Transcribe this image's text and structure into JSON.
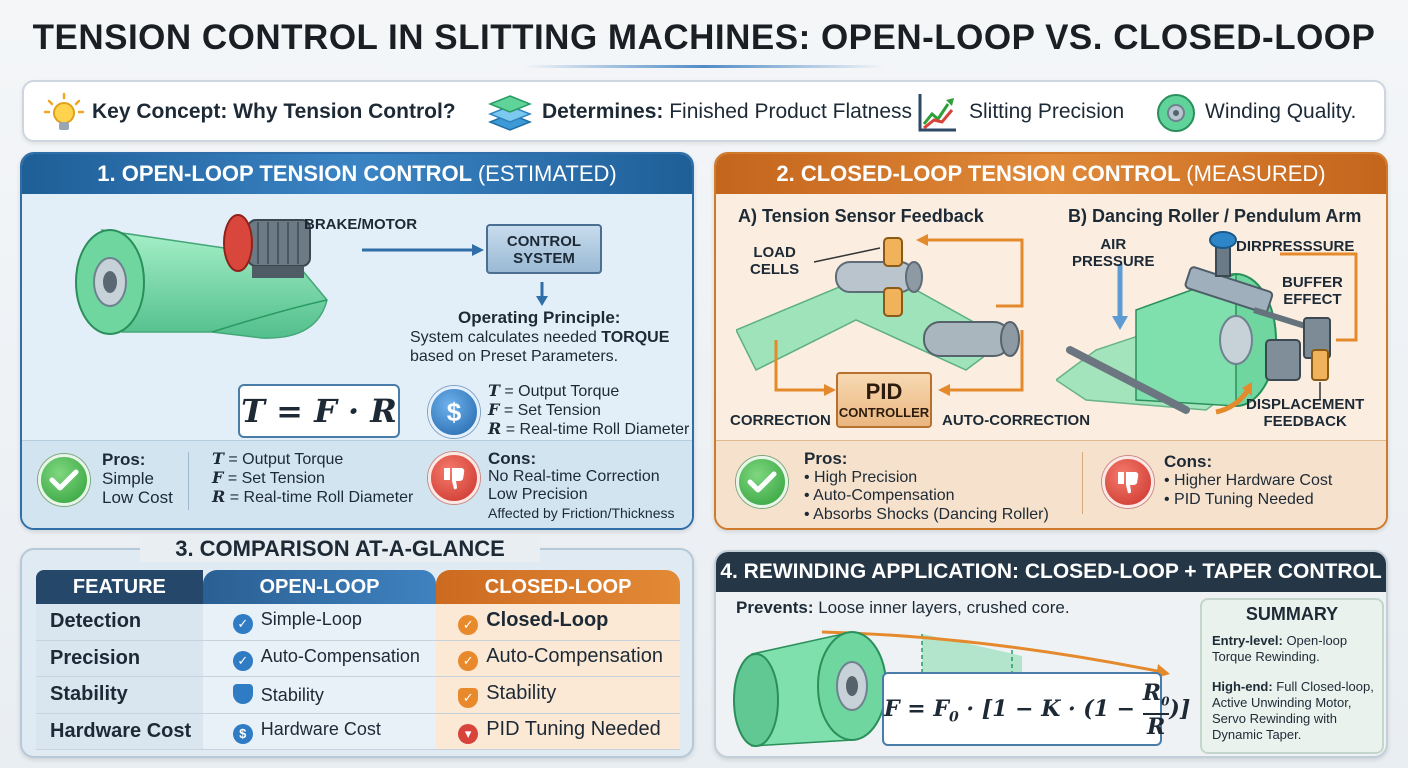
{
  "title": "TENSION CONTROL IN SLITTING MACHINES: OPEN-LOOP VS. CLOSED-LOOP",
  "concept": {
    "key_label": "Key Concept: Why Tension Control?",
    "determines_label": "Determines:",
    "item1": "Finished Product Flatness",
    "item2": "Slitting Precision",
    "item3": "Winding Quality."
  },
  "open_loop": {
    "heading": "1. OPEN-LOOP TENSION CONTROL",
    "heading_tag": "(ESTIMATED)",
    "brake_label": "BRAKE/MOTOR",
    "control_label_1": "CONTROL",
    "control_label_2": "SYSTEM",
    "principle_title": "Operating Principle:",
    "principle_line1_a": "System calculates needed",
    "principle_line1_b": "TORQUE",
    "principle_line2": "based on Preset Parameters.",
    "formula": "T = F · R",
    "legend_t": "= Output Torque",
    "legend_f": "= Set Tension",
    "legend_r": "= Real-time Roll Diameter",
    "pros_title": "Pros:",
    "pros": [
      "Simple",
      "Low Cost"
    ],
    "cons_title": "Cons:",
    "cons": [
      "No Real-time Correction",
      "Low Precision",
      "Affected by Friction/Thickness"
    ]
  },
  "closed_loop": {
    "heading": "2. CLOSED-LOOP TENSION CONTROL",
    "heading_tag": "(MEASURED)",
    "sub_a": "A) Tension Sensor Feedback",
    "sub_b": "B) Dancing Roller / Pendulum Arm",
    "load_cells_1": "LOAD",
    "load_cells_2": "CELLS",
    "pid_1": "PID",
    "pid_2": "CONTROLLER",
    "correction": "CORRECTION",
    "auto_correction": "AUTO-CORRECTION",
    "air_1": "AIR",
    "air_2": "PRESSURE",
    "dirpressure": "DIRPRESSSURE",
    "buffer_1": "BUFFER",
    "buffer_2": "EFFECT",
    "displacement_1": "DISPLACEMENT",
    "displacement_2": "FEEDBACK",
    "pros_title": "Pros:",
    "pros": [
      "• High Precision",
      "• Auto-Compensation",
      "• Absorbs Shocks (Dancing Roller)"
    ],
    "cons_title": "Cons:",
    "cons": [
      "• Higher Hardware Cost",
      "• PID Tuning Needed"
    ]
  },
  "comparison": {
    "heading": "3. COMPARISON AT-A-GLANCE",
    "headers": [
      "FEATURE",
      "OPEN-LOOP",
      "CLOSED-LOOP"
    ],
    "rows": [
      {
        "feature": "Detection",
        "open": "Simple-Loop",
        "closed": "Closed-Loop"
      },
      {
        "feature": "Precision",
        "open": "Auto-Compensation",
        "closed": "Auto-Compensation"
      },
      {
        "feature": "Stability",
        "open": "Stability",
        "closed": "Stability"
      },
      {
        "feature": "Hardware Cost",
        "open": "Hardware Cost",
        "closed": "PID Tuning Needed"
      }
    ]
  },
  "rewinding": {
    "heading": "4. REWINDING APPLICATION: CLOSED-LOOP + TAPER CONTROL",
    "prevents_label": "Prevents:",
    "prevents_text": "Loose inner layers, crushed core.",
    "summary_title": "SUMMARY",
    "entry_label": "Entry-level:",
    "entry_text_1": "Open-loop",
    "entry_text_2": "Torque Rewinding.",
    "high_label": "High-end:",
    "high_text_1": "Full Closed-loop,",
    "high_text_2": "Active Unwinding Motor,",
    "high_text_3": "Servo Rewinding with",
    "high_text_4": "Dynamic Taper."
  },
  "colors": {
    "open_accent": "#2f6ea8",
    "closed_accent": "#d07a2c",
    "film": "#5fd39a",
    "check": "#2f9f3a",
    "cross": "#c9322a"
  }
}
